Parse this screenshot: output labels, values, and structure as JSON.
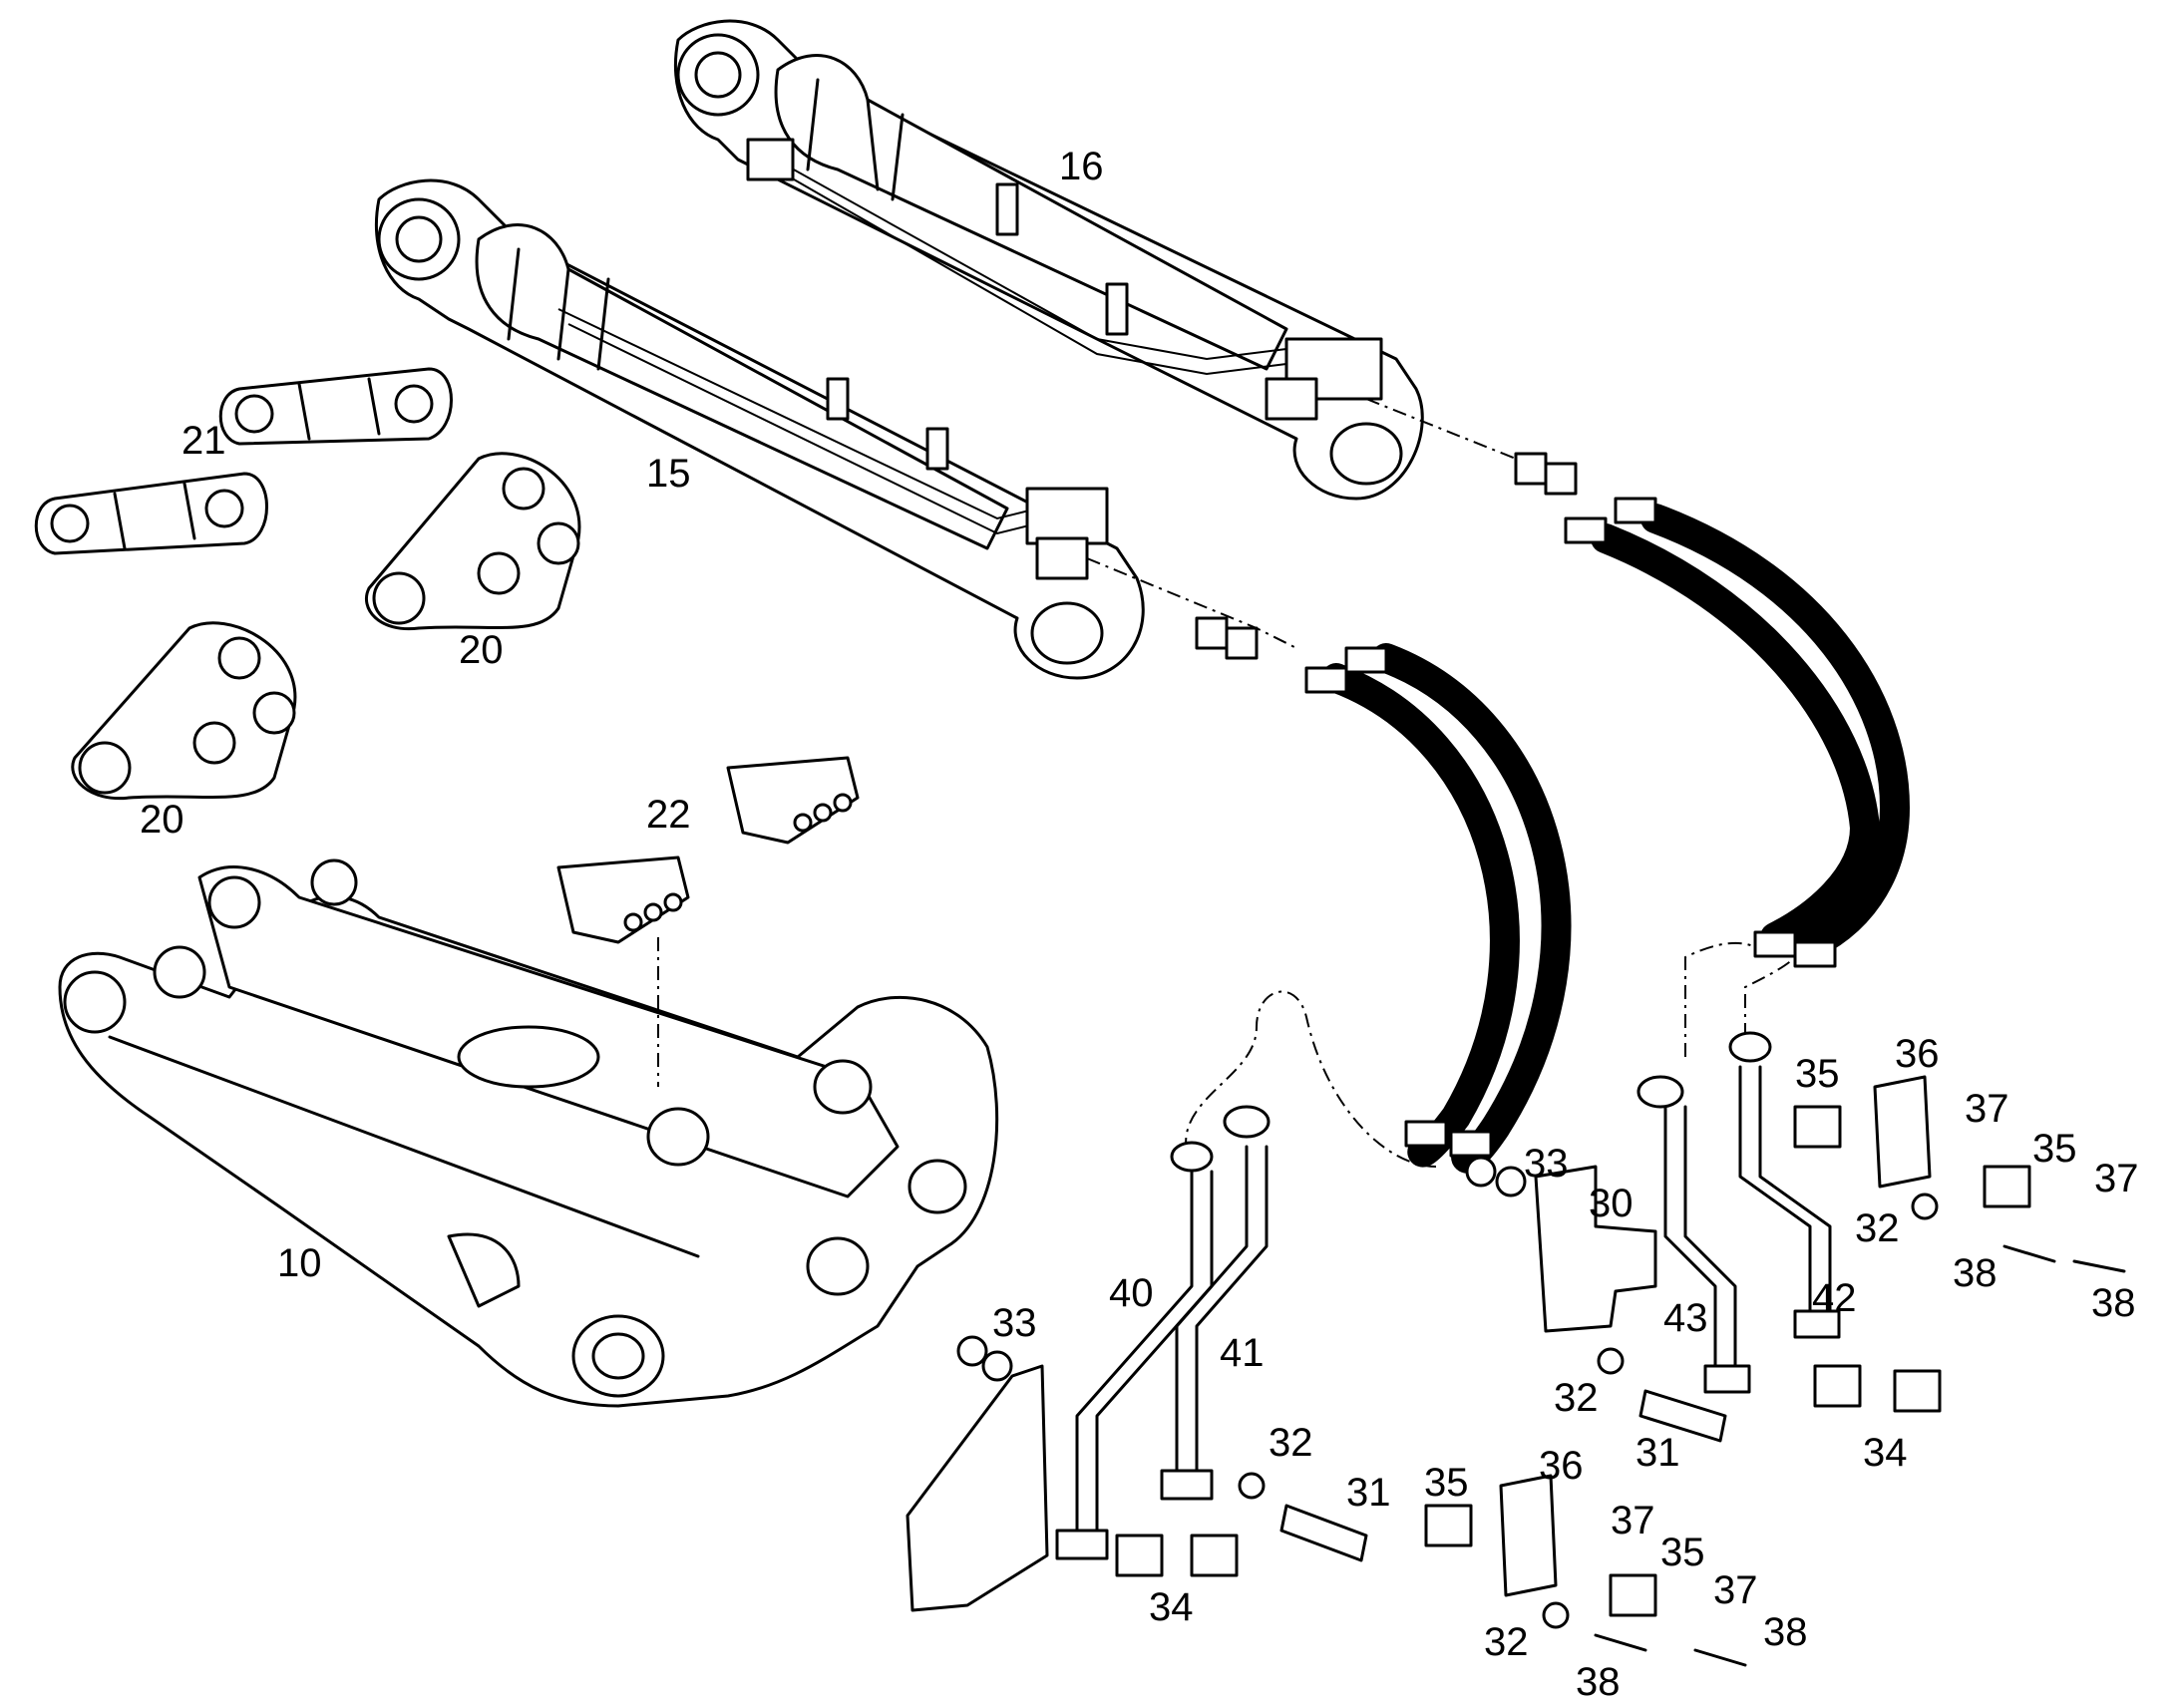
{
  "callouts": [
    {
      "id": "c10",
      "label": "10"
    },
    {
      "id": "c15",
      "label": "15"
    },
    {
      "id": "c16",
      "label": "16"
    },
    {
      "id": "c20a",
      "label": "20"
    },
    {
      "id": "c20b",
      "label": "20"
    },
    {
      "id": "c21",
      "label": "21"
    },
    {
      "id": "c22",
      "label": "22"
    },
    {
      "id": "c30",
      "label": "30"
    },
    {
      "id": "c31a",
      "label": "31"
    },
    {
      "id": "c31b",
      "label": "31"
    },
    {
      "id": "c32a",
      "label": "32"
    },
    {
      "id": "c32b",
      "label": "32"
    },
    {
      "id": "c32c",
      "label": "32"
    },
    {
      "id": "c32d",
      "label": "32"
    },
    {
      "id": "c33a",
      "label": "33"
    },
    {
      "id": "c33b",
      "label": "33"
    },
    {
      "id": "c34a",
      "label": "34"
    },
    {
      "id": "c34b",
      "label": "34"
    },
    {
      "id": "c35a",
      "label": "35"
    },
    {
      "id": "c35b",
      "label": "35"
    },
    {
      "id": "c35c",
      "label": "35"
    },
    {
      "id": "c35d",
      "label": "35"
    },
    {
      "id": "c36a",
      "label": "36"
    },
    {
      "id": "c36b",
      "label": "36"
    },
    {
      "id": "c37a",
      "label": "37"
    },
    {
      "id": "c37b",
      "label": "37"
    },
    {
      "id": "c37c",
      "label": "37"
    },
    {
      "id": "c37d",
      "label": "37"
    },
    {
      "id": "c38a",
      "label": "38"
    },
    {
      "id": "c38b",
      "label": "38"
    },
    {
      "id": "c38c",
      "label": "38"
    },
    {
      "id": "c38d",
      "label": "38"
    },
    {
      "id": "c40",
      "label": "40"
    },
    {
      "id": "c41",
      "label": "41"
    },
    {
      "id": "c42",
      "label": "42"
    },
    {
      "id": "c43",
      "label": "43"
    }
  ]
}
